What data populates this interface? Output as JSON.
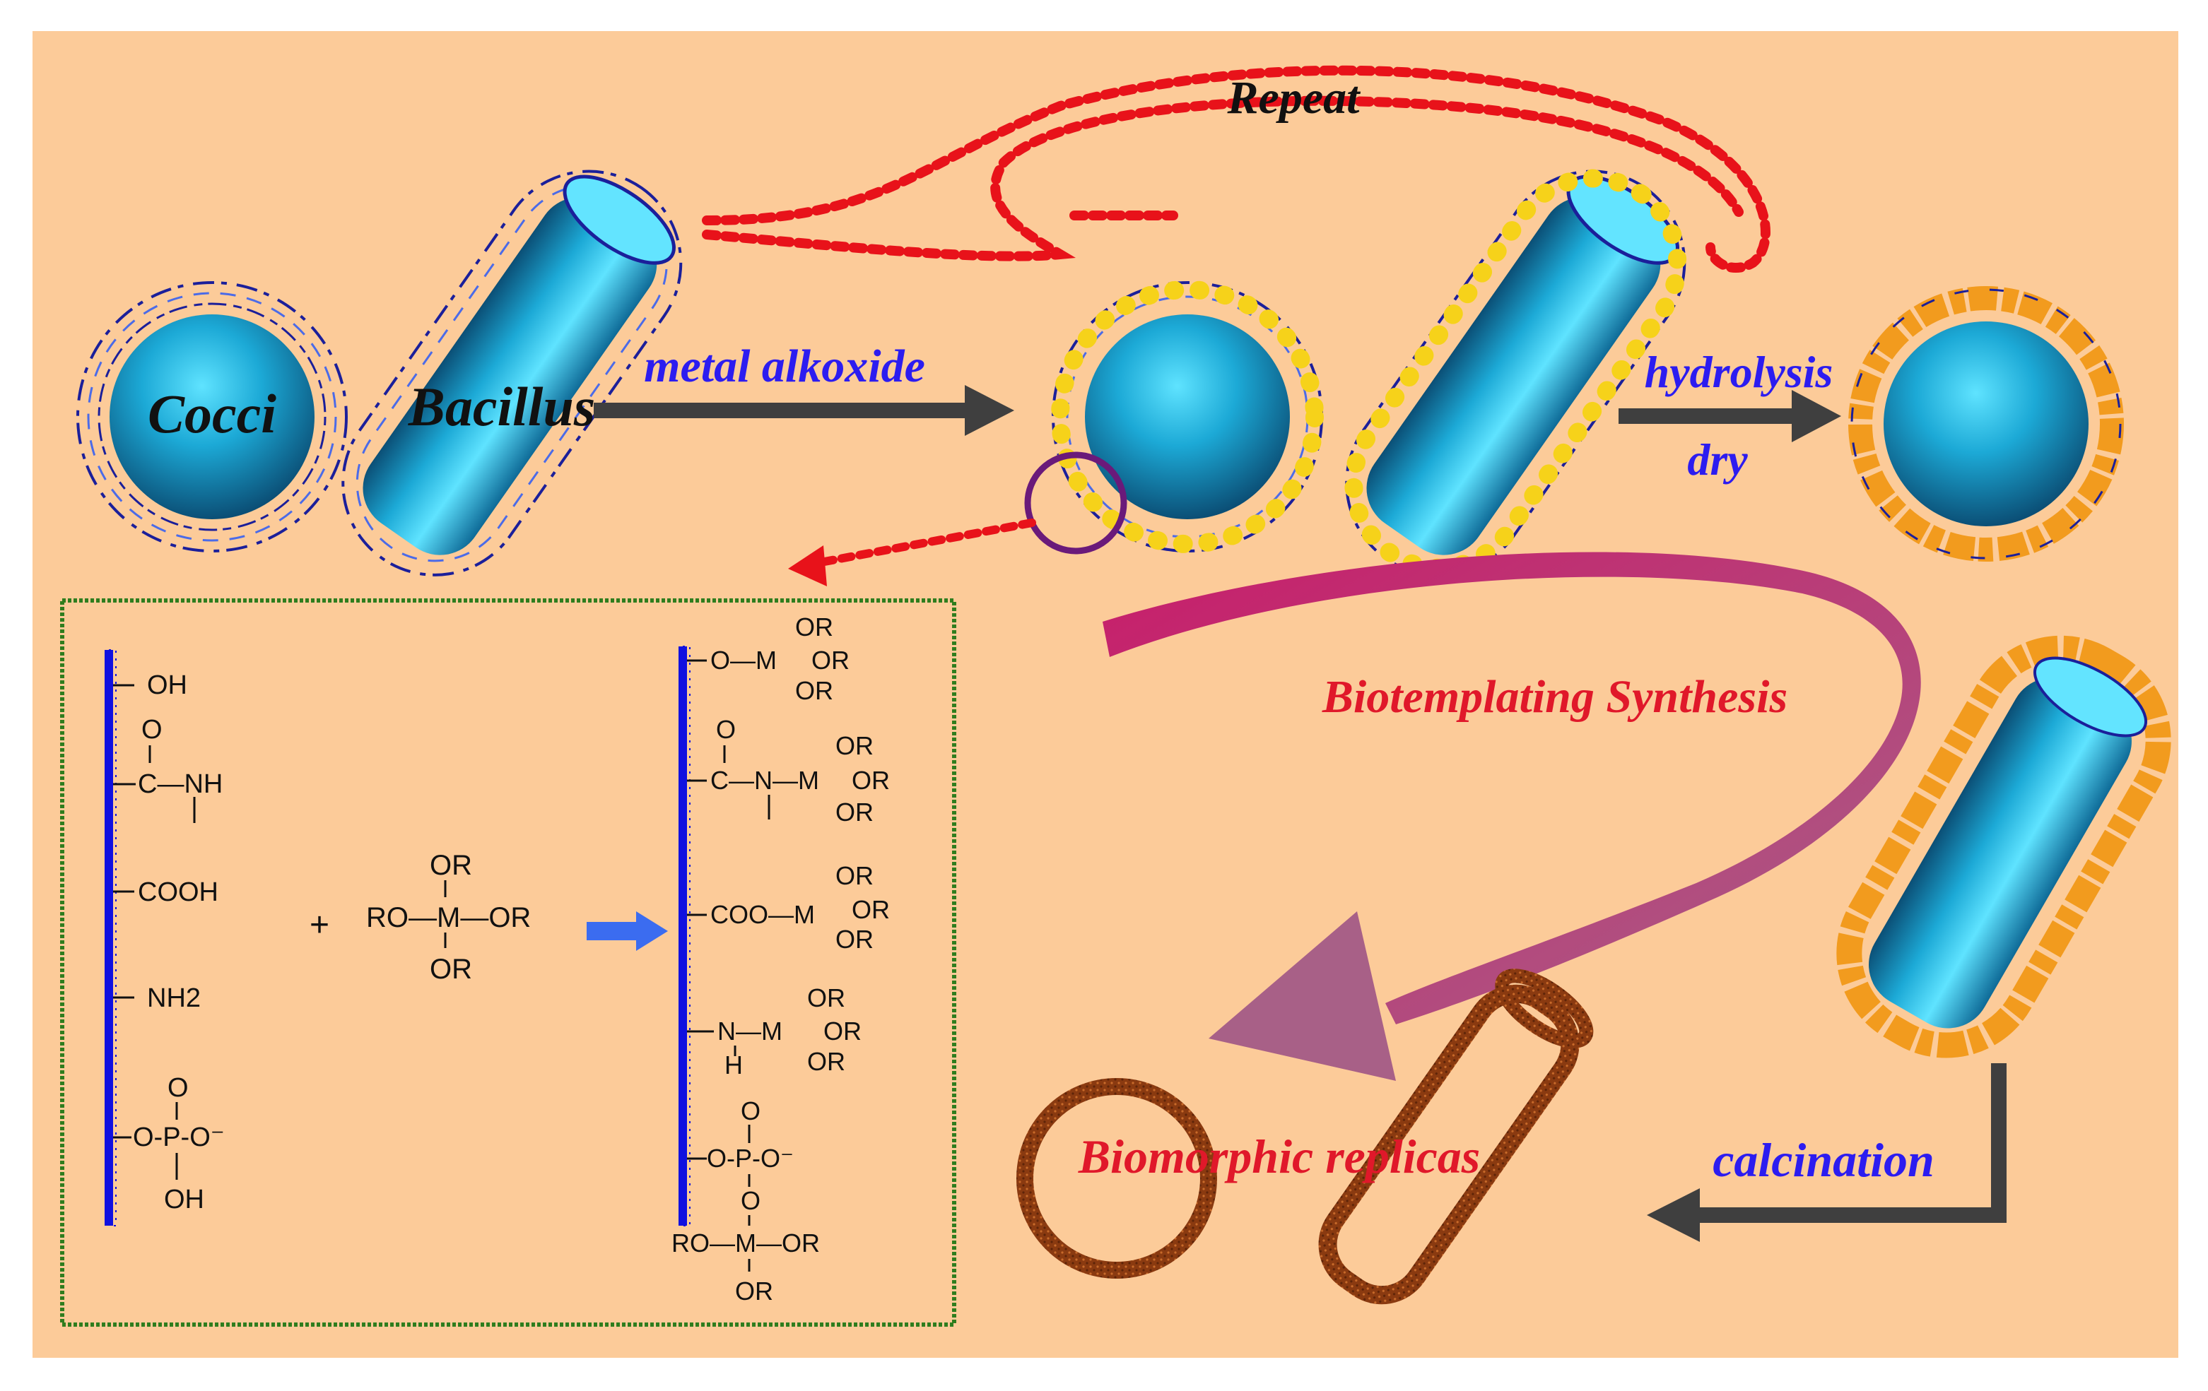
{
  "colors": {
    "background": "#FCCB99",
    "sphere_core": "#1CA9D6",
    "sphere_edge": "#0B5E86",
    "cap_light": "#63E4FF",
    "polymer_wire": "#1B1F9A",
    "alkoxide_bead": "#F6D21A",
    "oxide_shell": "#F29B1E",
    "replica": "#8A3A10",
    "arrow_dark": "#3F3F3F",
    "dotted_red": "#E8121A",
    "big_curve_start": "#C81D6A",
    "big_curve_end": "#A86087",
    "label_blue": "#2C1CF0",
    "label_red": "#E0182A",
    "box_border": "#2F7D1E",
    "chain_blue": "#1010E0",
    "chem_arrow": "#3B6CF0",
    "highlight_circle": "#6A1A7A"
  },
  "labels": {
    "cocci": "Cocci",
    "bacillus": "Bacillus",
    "metal_alkoxide": "metal alkoxide",
    "repeat": "Repeat",
    "hydrolysis": "hydrolysis",
    "dry": "dry",
    "biotemplating": "Biotemplating Synthesis",
    "calcination": "calcination",
    "biomorphic": "Biomorphic replicas"
  },
  "chem_left": {
    "oh": "OH",
    "carbonyl_o": "O",
    "amide": "C—NH",
    "cooh": "COOH",
    "nh2": "NH2",
    "phos_top_o": "O",
    "phos": "O-P-O⁻",
    "phos_oh": "OH"
  },
  "chem_middle": {
    "plus": "+",
    "top": "OR",
    "middle": "RO—M—OR",
    "bottom": "OR"
  },
  "chem_right": {
    "r1_group": "O—M",
    "r1_or_top": "OR",
    "r1_or_mid": "OR",
    "r1_or_bot": "OR",
    "r2_o": "O",
    "r2_group": "C—N—M",
    "r2_or_top": "OR",
    "r2_or_mid": "OR",
    "r2_or_bot": "OR",
    "r3_group": "COO—M",
    "r3_or_top": "OR",
    "r3_or_mid": "OR",
    "r3_or_bot": "OR",
    "r4_group": "N—M",
    "r4_h": "H",
    "r4_or_top": "OR",
    "r4_or_mid": "OR",
    "r4_or_bot": "OR",
    "r5_top_o": "O",
    "r5_group": "O-P-O⁻",
    "r5_o": "O",
    "r5_m": "RO—M—OR",
    "r5_bottom": "OR"
  }
}
